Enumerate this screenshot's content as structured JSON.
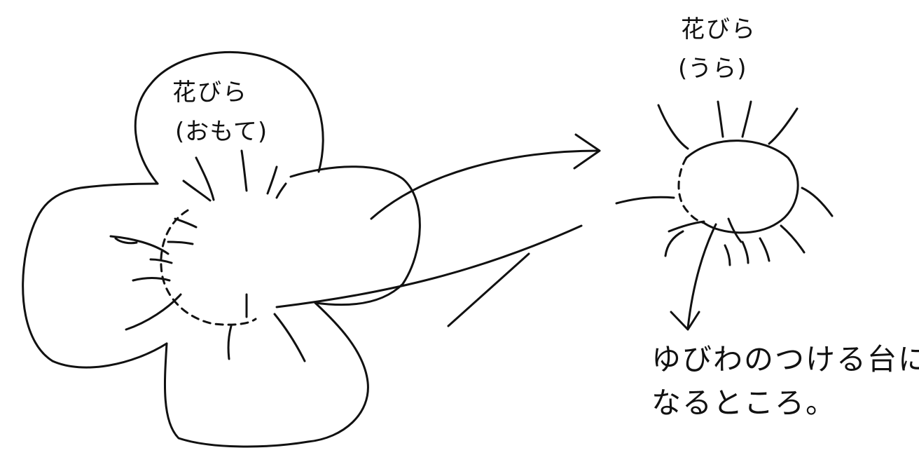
{
  "labels": {
    "petal_front_title": "花びら",
    "petal_front_sub": "(おもて)",
    "petal_back_title": "花びら",
    "petal_back_sub": "(うら)",
    "note_line1": "ゆびわのつける台に",
    "note_line2": "なるところ。"
  },
  "colors": {
    "ink": "#111111",
    "paper": "#ffffff"
  }
}
